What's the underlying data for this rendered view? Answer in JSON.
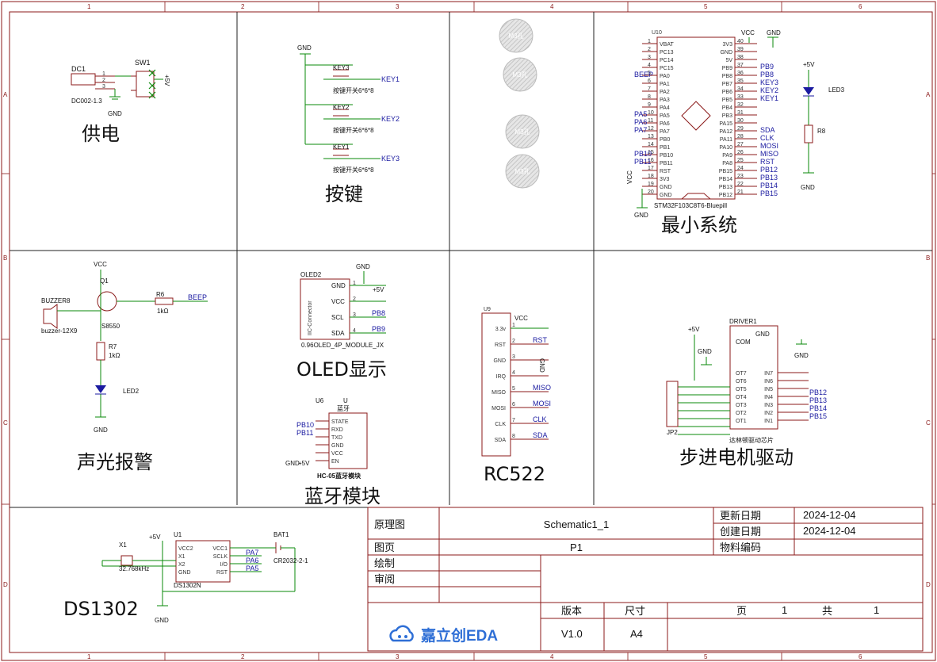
{
  "border": {
    "columns": [
      "1",
      "2",
      "3",
      "4",
      "5",
      "6"
    ],
    "rows": [
      "A",
      "B",
      "C",
      "D"
    ]
  },
  "sections": {
    "power": "供电",
    "keys": "按键",
    "min_system": "最小系统",
    "buzzer": "声光报警",
    "oled": "OLED显示",
    "rc522": "RC522",
    "stepper": "步进电机驱动",
    "bluetooth": "蓝牙模块",
    "ds1302": "DS1302"
  },
  "power": {
    "dc_ref": "DC1",
    "dc_part": "DC002-1.3",
    "sw_ref": "SW1",
    "gnd": "GND",
    "vcc": "+5V"
  },
  "keys": {
    "gnd": "GND",
    "items": [
      {
        "ref": "KEY3",
        "part": "按键开关6*6*8",
        "net": "KEY1"
      },
      {
        "ref": "KEY2",
        "part": "按键开关6*6*8",
        "net": "KEY2"
      },
      {
        "ref": "KEY1",
        "part": "按键开关6*6*8",
        "net": "KEY3"
      }
    ]
  },
  "holes": [
    "M3孔",
    "M3孔",
    "M3孔",
    "M3孔"
  ],
  "mcu": {
    "ref": "U10",
    "part": "STM32F103C8T6-Bluepill",
    "vcc": "VCC",
    "gnd": "GND",
    "left_pins": [
      "VBAT",
      "PC13",
      "PC14",
      "PC15",
      "PA0",
      "PA1",
      "PA2",
      "PA3",
      "PA4",
      "PA5",
      "PA6",
      "PA7",
      "PB0",
      "PB1",
      "PB10",
      "PB11",
      "RST",
      "3V3",
      "GND",
      "GND"
    ],
    "right_pins": [
      "3V3",
      "GND",
      "5V",
      "PB9",
      "PB8",
      "PB7",
      "PB6",
      "PB5",
      "PB4",
      "PB3",
      "PA15",
      "PA12",
      "PA11",
      "PA10",
      "PA9",
      "PA8",
      "PB15",
      "PB14",
      "PB13",
      "PB12"
    ],
    "left_nets": [
      "",
      "",
      "",
      "",
      "BEEP",
      "",
      "",
      "",
      "",
      "PA5",
      "PA6",
      "PA7",
      "",
      "",
      "PB10",
      "PB11",
      "",
      "",
      "",
      ""
    ],
    "right_nets": [
      "",
      "",
      "",
      "PB9",
      "PB8",
      "KEY3",
      "KEY2",
      "KEY1",
      "",
      "",
      "",
      "SDA",
      "CLK",
      "MOSI",
      "MISO",
      "RST",
      "PB12",
      "PB13",
      "PB14",
      "PB15"
    ],
    "led_ref": "LED3",
    "r_ref": "R8",
    "led_vcc": "+5V",
    "led_gnd": "GND"
  },
  "buzzer": {
    "vcc": "VCC",
    "q": "Q1",
    "q_part": "S8550",
    "bz_ref": "BUZZER8",
    "bz_part": "buzzer-12X9",
    "r6": "R6",
    "r6_val": "1kΩ",
    "beep": "BEEP",
    "r7": "R7",
    "r7_val": "1kΩ",
    "led": "LED2",
    "gnd": "GND"
  },
  "oled": {
    "ref": "OLED2",
    "part": "0.96OLED_4P_MODULE_JX",
    "conn": "IIC-Connector",
    "pins": [
      "GND",
      "VCC",
      "SCL",
      "SDA"
    ],
    "nets": [
      "GND",
      "+5V",
      "PB8",
      "PB9"
    ]
  },
  "rc522": {
    "ref": "U9",
    "vcc": "VCC",
    "gnd": "GND",
    "pins": [
      "3.3v",
      "RST",
      "GND",
      "IRQ",
      "MISO",
      "MOSI",
      "CLK",
      "SDA"
    ],
    "nets": [
      "VCC",
      "RST",
      "",
      "",
      "MISO",
      "MOSI",
      "CLK",
      "SDA"
    ]
  },
  "stepper": {
    "ref": "DRIVER1",
    "part": "达林顿驱动芯片",
    "jp": "JP2",
    "vcc": "+5V",
    "gnd": "GND",
    "com": "COM",
    "gnd_pin": "GND",
    "out": [
      "OT7",
      "OT6",
      "OT5",
      "OT4",
      "OT3",
      "OT2",
      "OT1"
    ],
    "in": [
      "IN7",
      "IN6",
      "IN5",
      "IN4",
      "IN3",
      "IN2",
      "IN1"
    ],
    "nets": [
      "PB12",
      "PB13",
      "PB14",
      "PB15"
    ]
  },
  "bluetooth": {
    "ref": "U6",
    "ref2": "U",
    "title": "蓝牙",
    "part": "HC-05蓝牙模块",
    "pins": [
      "STATE",
      "RXD",
      "TXD",
      "GND",
      "VCC",
      "EN"
    ],
    "nets": [
      "PB10",
      "PB11"
    ],
    "gnd": "GND",
    "vcc": "+5V"
  },
  "ds1302": {
    "ref": "U1",
    "part": "DS1302N",
    "x_ref": "X1",
    "x_val": "32.768kHz",
    "bat": "BAT1",
    "bat_part": "CR2032-2-1",
    "vcc": "+5V",
    "gnd": "GND",
    "left_pins": [
      "VCC2",
      "X1",
      "X2",
      "GND"
    ],
    "right_pins": [
      "VCC1",
      "SCLK",
      "I/O",
      "RST"
    ],
    "nets": [
      "PA7",
      "PA6",
      "PA5"
    ]
  },
  "title_block": {
    "doc_type": "原理图",
    "schematic": "Schematic1_1",
    "updated_label": "更新日期",
    "updated": "2024-12-04",
    "created_label": "创建日期",
    "created": "2024-12-04",
    "material_label": "物料编码",
    "page_label": "图页",
    "page": "P1",
    "drawn_label": "绘制",
    "review_label": "审阅",
    "version_label": "版本",
    "size_label": "尺寸",
    "version": "V1.0",
    "size": "A4",
    "page_no_label": "页",
    "page_no": "1",
    "total_label": "共",
    "total": "1",
    "logo": "嘉立创EDA"
  }
}
